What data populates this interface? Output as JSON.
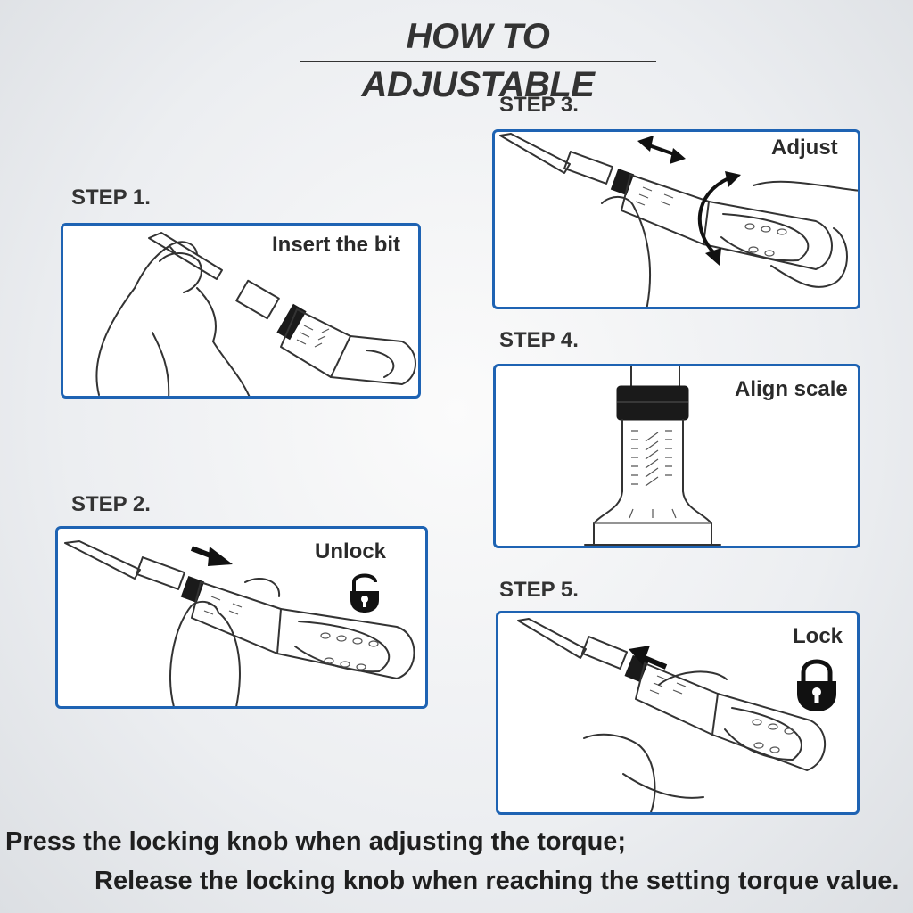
{
  "title": "HOW TO ADJUSTABLE",
  "steps": [
    {
      "label": "STEP 1.",
      "caption": "Insert the bit"
    },
    {
      "label": "STEP 2.",
      "caption": "Unlock"
    },
    {
      "label": "STEP 3.",
      "caption": "Adjust"
    },
    {
      "label": "STEP 4.",
      "caption": "Align scale"
    },
    {
      "label": "STEP 5.",
      "caption": "Lock"
    }
  ],
  "notes": [
    "Press the locking knob when adjusting the torque;",
    "Release the locking knob when reaching the setting torque value."
  ],
  "colors": {
    "panel_border": "#1e63b3",
    "ink": "#2a2a2a"
  },
  "icons": [
    "unlocked-padlock-icon",
    "locked-padlock-icon",
    "push-arrow-icon",
    "double-arrow-icon",
    "rotate-arrow-icon"
  ]
}
